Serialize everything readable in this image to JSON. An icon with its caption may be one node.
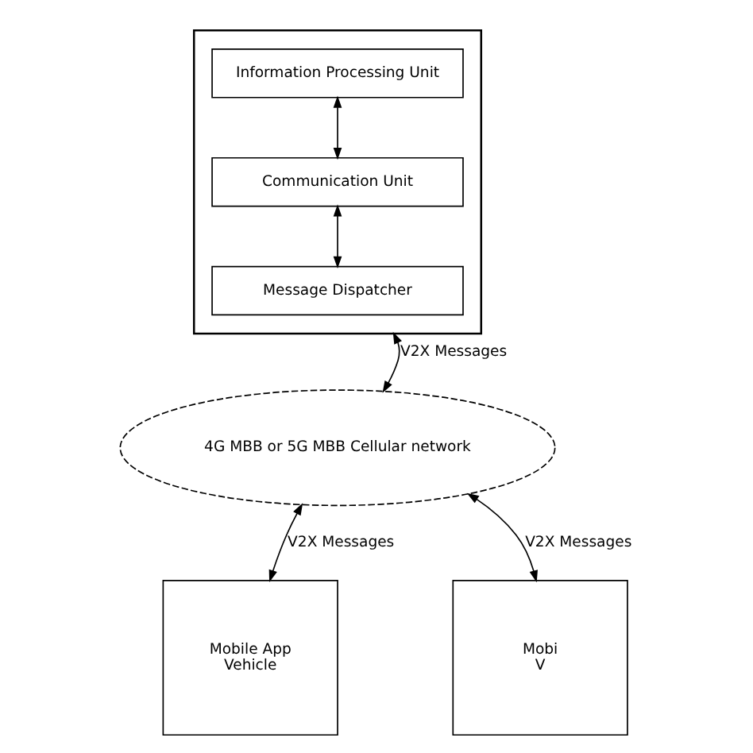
{
  "diagram": {
    "nodes": [
      {
        "text": [],
        "shape": "box"
      },
      {
        "text": [
          "Information Processing Unit"
        ],
        "in": 0
      },
      {
        "text": [
          "Communication Unit"
        ],
        "in": 0
      },
      {
        "text": [
          "Message Dispatcher"
        ],
        "in": 0
      },
      {
        "text": [
          "4G MBB or 5G MBB Cellular network"
        ]
      },
      {
        "text": [
          "Mobile App",
          "Vehicle"
        ]
      },
      {
        "text": [
          "Mobi",
          "V"
        ]
      }
    ],
    "edges": [
      {
        "from": 1,
        "to": 2,
        "arrow": "both"
      },
      {
        "from": 2,
        "to": 3,
        "arrow": "both"
      },
      {
        "from": 4,
        "to": 0,
        "arrow": "both",
        "label": "V2X Messages"
      },
      {
        "from": 4,
        "to": 5,
        "arrow": "both",
        "label": "V2X Messages"
      },
      {
        "from": 6,
        "to": 4,
        "arrow": "both",
        "label": "V2X Messages"
      }
    ]
  }
}
